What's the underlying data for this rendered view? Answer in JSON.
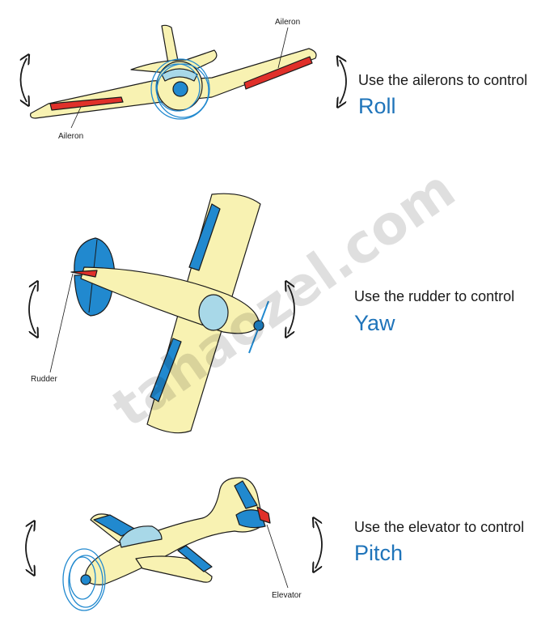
{
  "colors": {
    "body": "#f8f2b2",
    "outline": "#1a1a1a",
    "surface": "#2189cf",
    "canopy": "#a8d8e8",
    "control": "#e0302a",
    "term": "#1f74ba"
  },
  "sections": [
    {
      "caption": "Use the ailerons to control",
      "term": "Roll",
      "labels": [
        "Aileron",
        "Aileron"
      ]
    },
    {
      "caption": "Use the rudder to control",
      "term": "Yaw",
      "labels": [
        "Rudder"
      ]
    },
    {
      "caption": "Use the elevator to control",
      "term": "Pitch",
      "labels": [
        "Elevator"
      ]
    }
  ],
  "watermark": "tahaozel.com"
}
